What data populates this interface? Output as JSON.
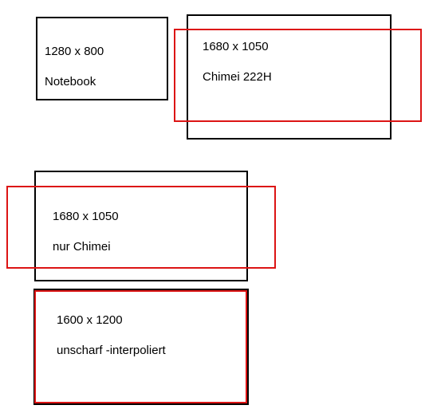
{
  "colors": {
    "black_outline": "#000000",
    "red_outline": "#dc1414",
    "background": "#ffffff"
  },
  "configs": [
    {
      "resolution": "1280 x 800",
      "label": "Notebook"
    },
    {
      "resolution": "1680 x 1050",
      "label": "Chimei 222H"
    },
    {
      "resolution": "1680 x 1050",
      "label": "nur Chimei"
    },
    {
      "resolution": "1600 x 1200",
      "label": "unscharf -interpoliert"
    }
  ]
}
